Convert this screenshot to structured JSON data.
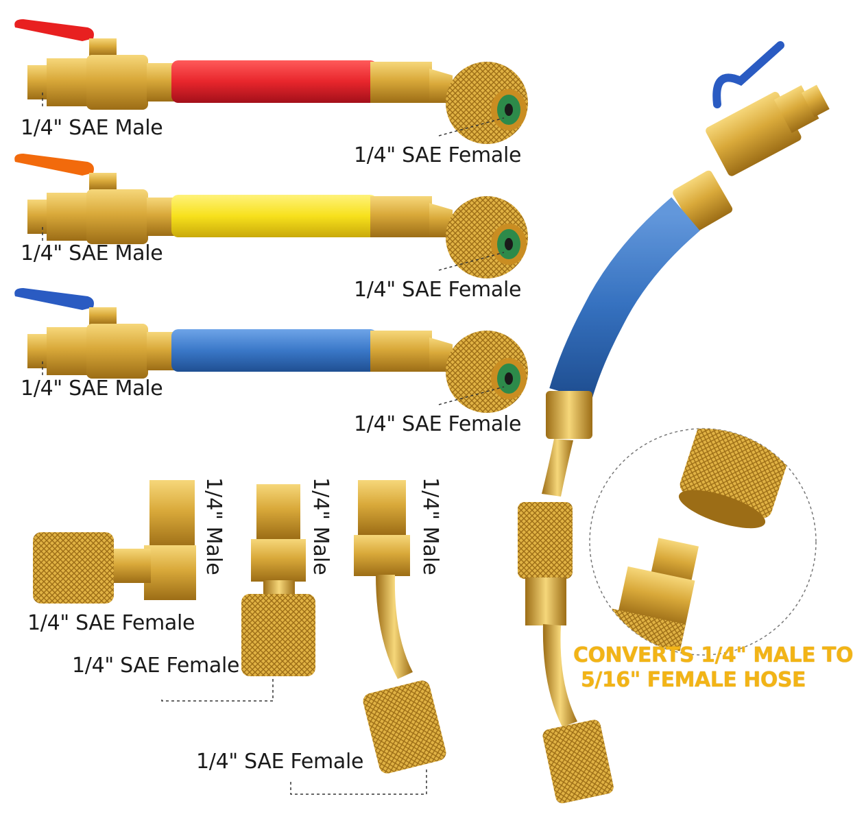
{
  "hose_colors": {
    "red": "#e8262c",
    "yellow": "#f7e11c",
    "blue": "#3a78c8",
    "handle_red": "#e82020",
    "handle_orange": "#f26a0c",
    "handle_blue": "#2a5bc2",
    "brass": "#d9a93a",
    "brass_dark": "#a97a1c",
    "promo_text": "#f2b416"
  },
  "hoses": [
    {
      "color": "red",
      "male_label": "1/4\" SAE Male",
      "female_label": "1/4\" SAE Female"
    },
    {
      "color": "yellow",
      "male_label": "1/4\" SAE Male",
      "female_label": "1/4\" SAE Female"
    },
    {
      "color": "blue",
      "male_label": "1/4\" SAE Male",
      "female_label": "1/4\" SAE Female"
    }
  ],
  "adapters": [
    {
      "male_label": "1/4\" Male",
      "female_label": "1/4\" SAE Female"
    },
    {
      "male_label": "1/4\" Male",
      "female_label": "1/4\" SAE Female"
    },
    {
      "male_label": "1/4\" Male",
      "female_label": "1/4\" SAE Female"
    }
  ],
  "promo": {
    "line1": "CONVERTS 1/4\" MALE TO",
    "line2": "5/16\" FEMALE HOSE"
  }
}
